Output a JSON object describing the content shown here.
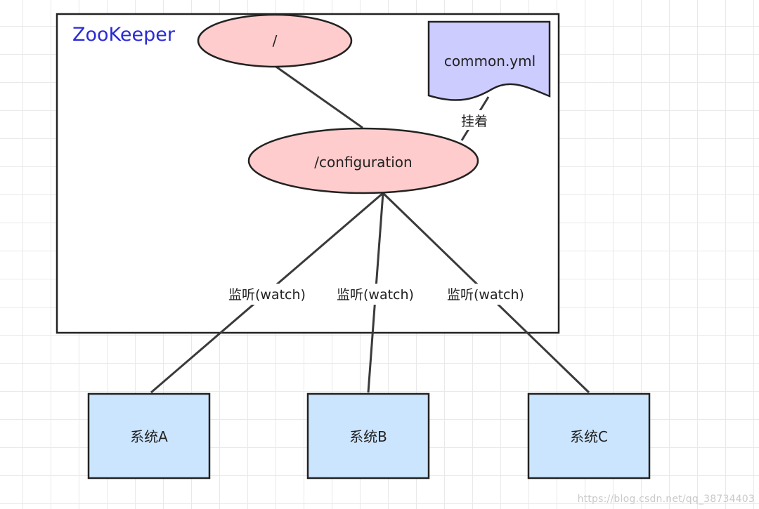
{
  "diagram": {
    "container": {
      "title": "ZooKeeper"
    },
    "nodes": {
      "root": {
        "label": "/"
      },
      "configuration": {
        "label": "/configuration"
      },
      "file": {
        "label": "common.yml"
      },
      "system_a": {
        "label": "系统A"
      },
      "system_b": {
        "label": "系统B"
      },
      "system_c": {
        "label": "系统C"
      }
    },
    "edges": {
      "attach": {
        "label": "挂着"
      },
      "watch_a": {
        "label": "监听(watch)"
      },
      "watch_b": {
        "label": "监听(watch)"
      },
      "watch_c": {
        "label": "监听(watch)"
      }
    }
  },
  "watermark": "https://blog.csdn.net/qq_38734403",
  "colors": {
    "container_border": "#222222",
    "title": "#2a2ad6",
    "ellipse_fill": "#fecccc",
    "file_fill": "#ccccff",
    "system_fill": "#cce5ff",
    "edge": "#3a3a3a"
  }
}
